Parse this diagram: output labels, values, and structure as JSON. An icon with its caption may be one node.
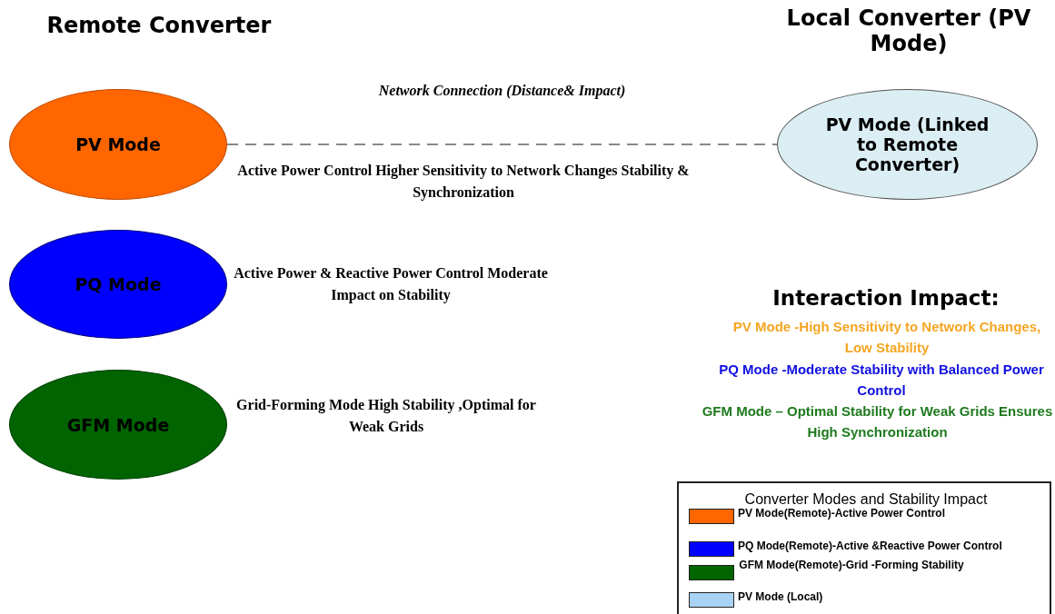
{
  "diagram": {
    "nodes": [
      {
        "text": [
          "PV Mode"
        ],
        "beside": [
          "Active Power Control  Higher Sensitivity to Network Changes Stability & Synchronization"
        ]
      },
      {
        "text": [
          "PQ Mode"
        ],
        "beside": [
          "Active Power & Reactive Power  Control Moderate Impact on Stability"
        ]
      },
      {
        "text": [
          "GFM Mode"
        ],
        "beside": [
          "Grid-Forming Mode High Stability ,Optimal for Weak Grids"
        ]
      },
      {
        "text": [
          "PV Mode (Linked to Remote Converter)"
        ]
      }
    ],
    "edges": [
      {
        "from": 0,
        "to": 3,
        "arrow": "none",
        "style": "dashed",
        "label": "Network Connection (Distance& Impact)"
      }
    ],
    "labels": [
      "Remote Converter",
      "Local Converter (PV Mode)",
      "Interaction Impact:",
      "PV Mode -High Sensitivity to Network Changes, Low  Stability",
      "PQ Mode -Moderate Stability  with Balanced Power Control",
      "GFM Mode – Optimal Stability for Weak Grids Ensures High Synchronization",
      "Converter Modes and Stability Impact"
    ],
    "legend": [
      {
        "text": "PV Mode(Remote)-Active Power Control",
        "color": "#ff6600"
      },
      {
        "text": "PQ Mode(Remote)-Active &Reactive Power Control",
        "color": "#0000ff"
      },
      {
        "text": "GFM Mode(Remote)-Grid -Forming Stability",
        "color": "#006400"
      },
      {
        "text": "PV Mode (Local)",
        "color": "#a9d3f5"
      }
    ]
  }
}
